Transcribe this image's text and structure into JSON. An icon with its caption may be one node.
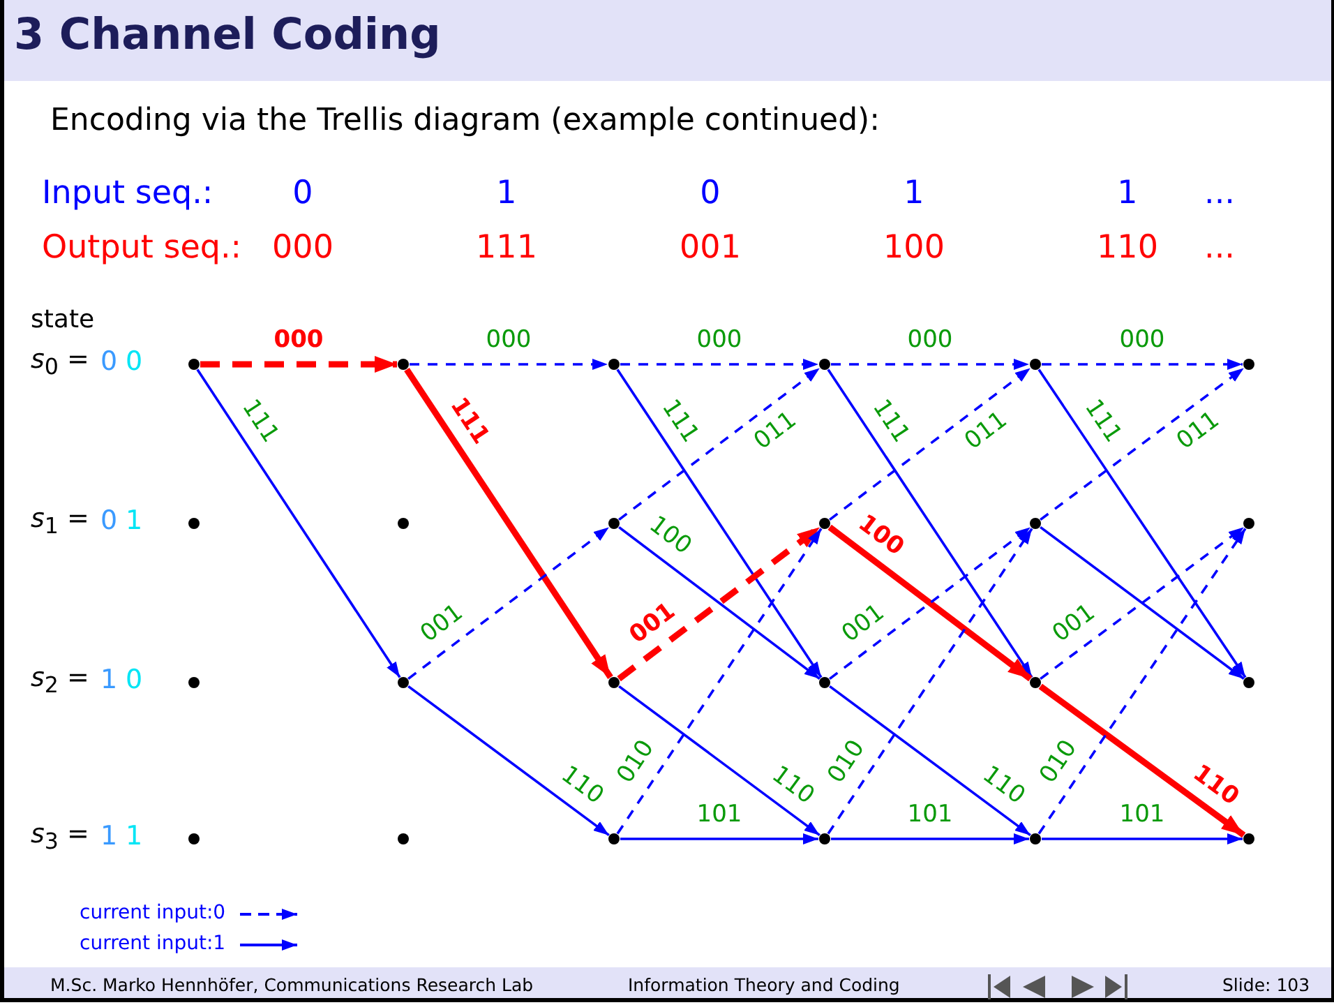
{
  "diagram": {
    "title": "3 Channel Coding",
    "nodes": [
      {
        "text": [],
        "shape": "circle"
      },
      {
        "text": [],
        "shape": "circle"
      },
      {
        "text": [],
        "shape": "circle"
      },
      {
        "text": [],
        "shape": "circle"
      },
      {
        "text": [],
        "shape": "circle"
      },
      {
        "text": [],
        "shape": "circle"
      },
      {
        "text": [],
        "shape": "circle"
      },
      {
        "text": [],
        "shape": "circle"
      },
      {
        "text": [],
        "shape": "circle"
      },
      {
        "text": [],
        "shape": "circle"
      },
      {
        "text": [],
        "shape": "circle"
      },
      {
        "text": [],
        "shape": "circle"
      },
      {
        "text": [],
        "shape": "circle"
      },
      {
        "text": [],
        "shape": "circle"
      },
      {
        "text": [],
        "shape": "circle"
      },
      {
        "text": [],
        "shape": "circle"
      },
      {
        "text": [],
        "shape": "circle"
      },
      {
        "text": [],
        "shape": "circle"
      },
      {
        "text": [],
        "shape": "circle"
      },
      {
        "text": [],
        "shape": "circle"
      },
      {
        "text": [],
        "shape": "circle"
      },
      {
        "text": [],
        "shape": "circle"
      },
      {
        "text": [],
        "shape": "circle"
      },
      {
        "text": [],
        "shape": "circle"
      }
    ],
    "edges": [
      {
        "from": 0,
        "to": 4,
        "arrow": "to",
        "label": "000",
        "style": "dashed",
        "color": "#ff0000"
      },
      {
        "from": 0,
        "to": 6,
        "arrow": "to",
        "label": "111"
      },
      {
        "from": 4,
        "to": 8,
        "arrow": "to",
        "label": "000",
        "style": "dashed"
      },
      {
        "from": 4,
        "to": 10,
        "arrow": "to",
        "label": "111",
        "style": "thick",
        "color": "#ff0000"
      },
      {
        "from": 6,
        "to": 9,
        "arrow": "to",
        "label": "001",
        "style": "dashed"
      },
      {
        "from": 6,
        "to": 11,
        "arrow": "to",
        "label": "110"
      },
      {
        "from": 8,
        "to": 12,
        "arrow": "to",
        "label": "000",
        "style": "dashed"
      },
      {
        "from": 8,
        "to": 14,
        "arrow": "to",
        "label": "111"
      },
      {
        "from": 9,
        "to": 12,
        "arrow": "to",
        "label": "011",
        "style": "dashed"
      },
      {
        "from": 9,
        "to": 14,
        "arrow": "to",
        "label": "100"
      },
      {
        "from": 10,
        "to": 13,
        "arrow": "to",
        "label": "001",
        "style": "dashed",
        "color": "#ff0000"
      },
      {
        "from": 10,
        "to": 15,
        "arrow": "to",
        "label": "110"
      },
      {
        "from": 11,
        "to": 13,
        "arrow": "to",
        "label": "010",
        "style": "dashed"
      },
      {
        "from": 11,
        "to": 15,
        "arrow": "to",
        "label": "101"
      },
      {
        "from": 12,
        "to": 16,
        "arrow": "to",
        "label": "000",
        "style": "dashed"
      },
      {
        "from": 12,
        "to": 18,
        "arrow": "to",
        "label": "111"
      },
      {
        "from": 13,
        "to": 16,
        "arrow": "to",
        "label": "011",
        "style": "dashed"
      },
      {
        "from": 13,
        "to": 18,
        "arrow": "to",
        "label": "100",
        "style": "thick",
        "color": "#ff0000"
      },
      {
        "from": 14,
        "to": 17,
        "arrow": "to",
        "label": "001",
        "style": "dashed"
      },
      {
        "from": 14,
        "to": 19,
        "arrow": "to",
        "label": "110"
      },
      {
        "from": 15,
        "to": 17,
        "arrow": "to",
        "label": "010",
        "style": "dashed"
      },
      {
        "from": 15,
        "to": 19,
        "arrow": "to",
        "label": "101"
      },
      {
        "from": 16,
        "to": 20,
        "arrow": "to",
        "label": "000",
        "style": "dashed"
      },
      {
        "from": 16,
        "to": 22,
        "arrow": "to",
        "label": "111"
      },
      {
        "from": 17,
        "to": 20,
        "arrow": "to",
        "label": "011",
        "style": "dashed"
      },
      {
        "from": 17,
        "to": 22,
        "arrow": "to"
      },
      {
        "from": 18,
        "to": 21,
        "arrow": "to",
        "label": "001",
        "style": "dashed"
      },
      {
        "from": 18,
        "to": 23,
        "arrow": "to",
        "label": "110",
        "style": "thick",
        "color": "#ff0000"
      },
      {
        "from": 19,
        "to": 21,
        "arrow": "to",
        "label": "010",
        "style": "dashed"
      },
      {
        "from": 19,
        "to": 23,
        "arrow": "to",
        "label": "101"
      }
    ],
    "labels": [
      "Encoding via the Trellis diagram (example continued):",
      "Input seq.:",
      "0",
      "1",
      "0",
      "1",
      "1",
      "...",
      "Output seq.:",
      "000",
      "111",
      "001",
      "100",
      "110",
      "...",
      "state",
      "*s*$_{0}$ =",
      "0",
      "0",
      "*s*$_{1}$ =",
      "0",
      "1",
      "*s*$_{2}$ =",
      "1",
      "0",
      "*s*$_{3}$ =",
      "1",
      "1",
      "M.Sc. Marko Hennhöfer, Communications Research Lab",
      "Information Theory and Coding",
      "Slide: 103"
    ],
    "legend": [
      {
        "text": "current input:0"
      },
      {
        "text": "current input:1"
      }
    ]
  }
}
